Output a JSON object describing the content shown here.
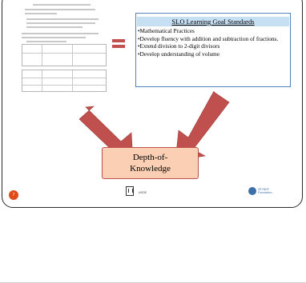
{
  "slo_box": {
    "title": "SLO Learning Goal Standards",
    "items": [
      "•Mathematical Practices",
      "•Develop fluency with addition and subtraction of fractions.",
      "•Extend division to 2-digit divisors",
      "•Develop understanding of volume"
    ]
  },
  "dok_box": {
    "line1": "Depth-of-",
    "line2": "Knowledge"
  },
  "footer": {
    "label": "USOE"
  },
  "page_number": "7",
  "logo": {
    "line1": "ZEYNEP",
    "line2": "Foundation"
  },
  "colors": {
    "arrow_fill": "#c0504d",
    "slo_header_fill": "#c6dff3",
    "dok_fill": "#fbcfb4",
    "page_badge": "#e24a1a"
  }
}
